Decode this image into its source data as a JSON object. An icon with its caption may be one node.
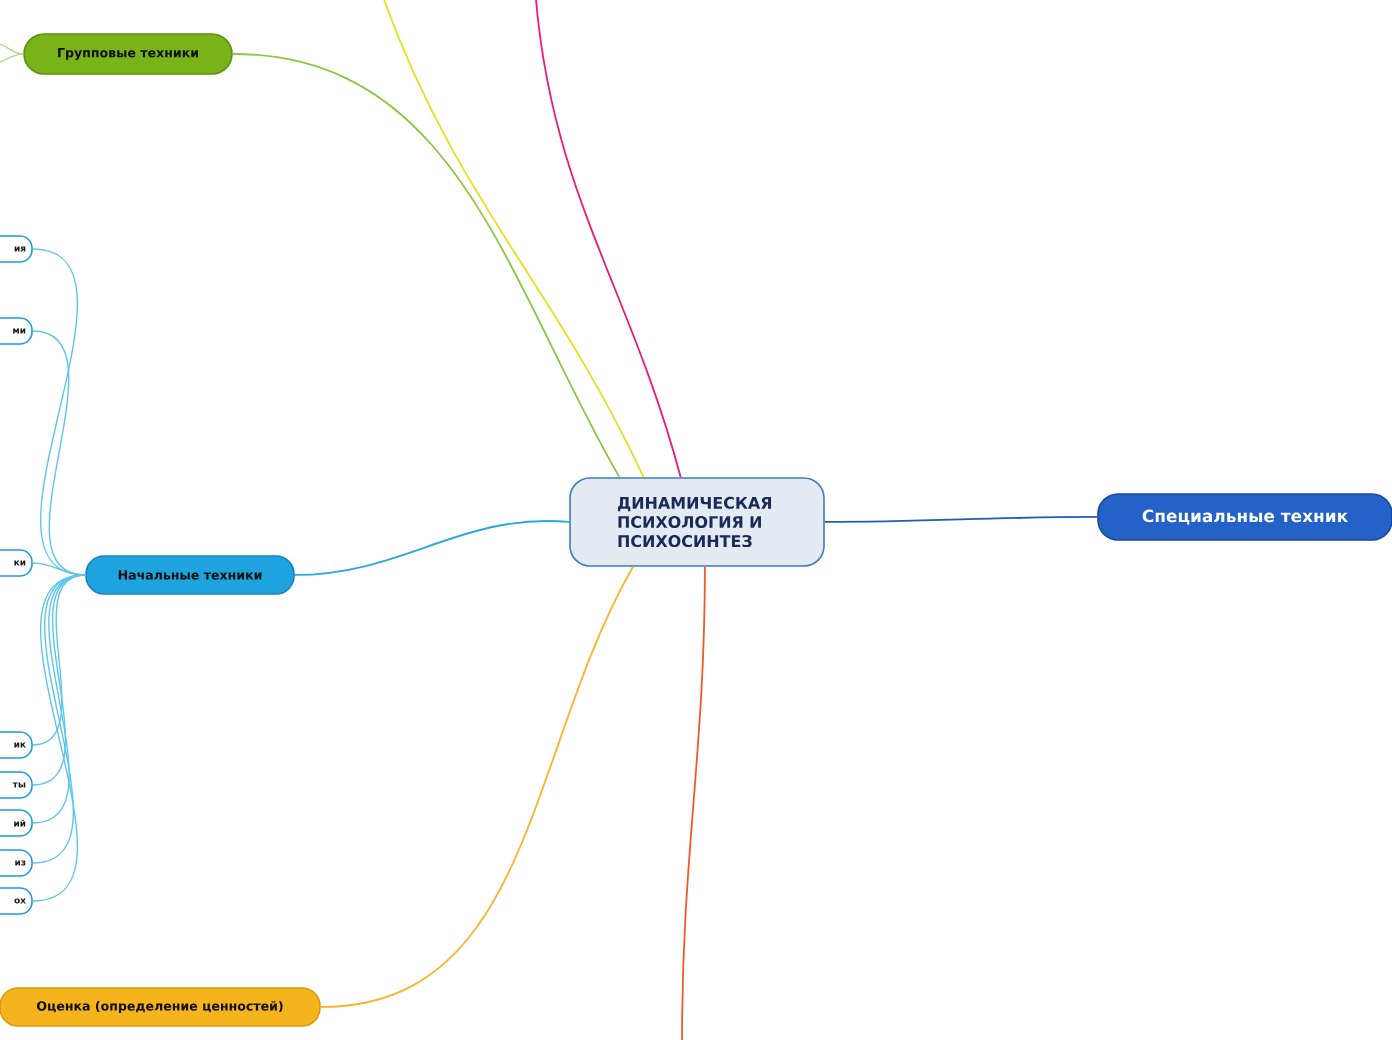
{
  "diagram": {
    "nodes": [
      {
        "text": [
          "ДИНАМИЧЕСКАЯ ПСИХОЛОГИЯ И ПСИХОСИНТЕЗ"
        ]
      },
      {
        "text": [
          "Групповые техники"
        ]
      },
      {
        "text": [
          "Начальные техники"
        ]
      },
      {
        "text": [
          "ия"
        ]
      },
      {
        "text": [
          "ми"
        ]
      },
      {
        "text": [
          "ки"
        ]
      },
      {
        "text": [
          "ик"
        ]
      },
      {
        "text": [
          "ты"
        ]
      },
      {
        "text": [
          "ий"
        ]
      },
      {
        "text": [
          "из"
        ]
      },
      {
        "text": [
          "ох"
        ]
      },
      {
        "text": [
          "Оценка (определение ценностей)"
        ]
      },
      {
        "text": [
          "Специальные техник"
        ]
      }
    ],
    "edges": [
      {
        "from": 0,
        "to": 1,
        "arrow": "none",
        "color": "#8dc63f"
      },
      {
        "from": 0,
        "to": 2,
        "arrow": "none",
        "color": "#29a8e0"
      },
      {
        "from": 2,
        "to": 3,
        "arrow": "none"
      },
      {
        "from": 2,
        "to": 4,
        "arrow": "none"
      },
      {
        "from": 2,
        "to": 5,
        "arrow": "none"
      },
      {
        "from": 2,
        "to": 6,
        "arrow": "none"
      },
      {
        "from": 2,
        "to": 7,
        "arrow": "none"
      },
      {
        "from": 2,
        "to": 8,
        "arrow": "none"
      },
      {
        "from": 2,
        "to": 9,
        "arrow": "none"
      },
      {
        "from": 2,
        "to": 10,
        "arrow": "none"
      },
      {
        "from": 0,
        "to": 11,
        "arrow": "none",
        "color": "#f7b52a"
      },
      {
        "from": 0,
        "to": 12,
        "arrow": "none",
        "color": "#1d5bbf"
      },
      {
        "from": 0,
        "to": null,
        "arrow": "none",
        "color": "#e6df1e"
      },
      {
        "from": 0,
        "to": null,
        "arrow": "none",
        "color": "#ee1a78"
      },
      {
        "from": 0,
        "to": null,
        "arrow": "none",
        "color": "#f05a2a"
      },
      {
        "from": 1,
        "to": null,
        "arrow": "none",
        "color": "#b5d98a"
      },
      {
        "from": 1,
        "to": null,
        "arrow": "none",
        "color": "#b5d98a"
      }
    ]
  }
}
